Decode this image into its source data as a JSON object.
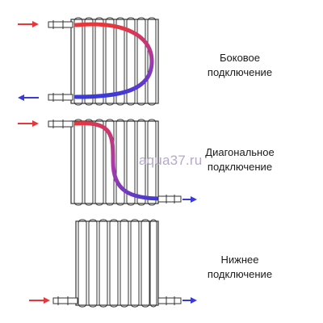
{
  "colors": {
    "hot": "#e8373a",
    "cold": "#3a3ad8",
    "outline": "#333333",
    "fin": "#ffffff"
  },
  "watermark": "aqua37.ru",
  "diagrams": [
    {
      "id": "side",
      "label_line1": "Боковое",
      "label_line2": "подключение"
    },
    {
      "id": "diagonal",
      "label_line1": "Диагональное",
      "label_line2": "подключение"
    },
    {
      "id": "bottom",
      "label_line1": "Нижнее",
      "label_line2": "подключение"
    }
  ]
}
